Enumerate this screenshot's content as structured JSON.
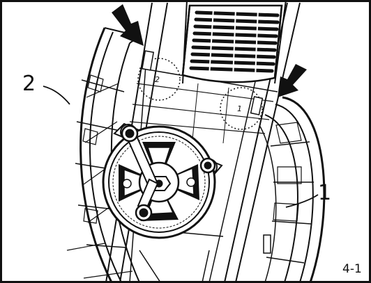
{
  "diagram": {
    "callouts": {
      "frame_left": "2",
      "frame_right": "1"
    },
    "circle_marks": {
      "upper": "2",
      "lower": "1"
    },
    "figure_label": "4-1"
  }
}
